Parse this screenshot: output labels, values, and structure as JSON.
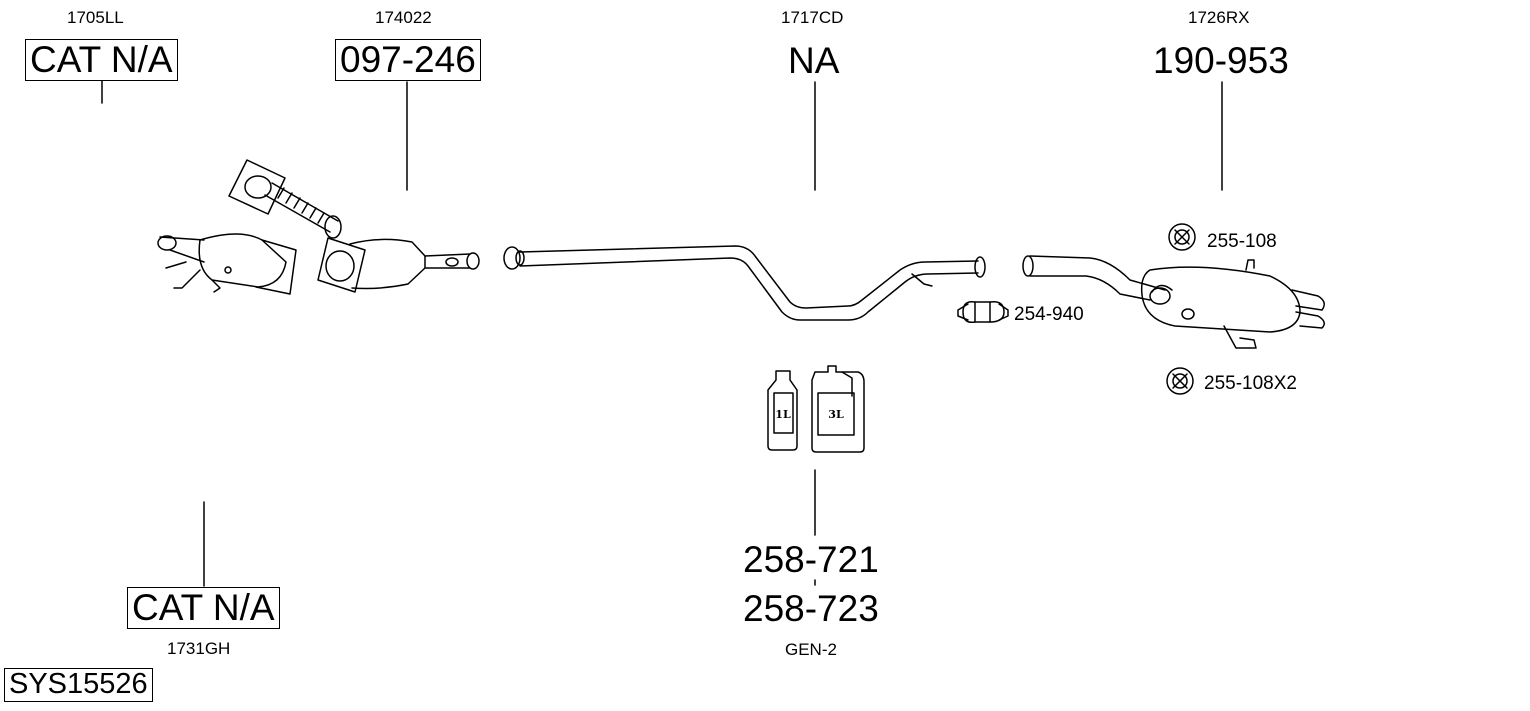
{
  "top_labels": {
    "ref1": "1705LL",
    "ref2": "174022",
    "ref3": "1717CD",
    "ref4": "1726RX"
  },
  "part_numbers": {
    "p1": "CAT N/A",
    "p2": "097-246",
    "p3": "NA",
    "p4": "190-953"
  },
  "side_parts": {
    "hanger_top": "255-108",
    "clamp": "254-940",
    "hanger_bottom": "255-108X2"
  },
  "bottom": {
    "cat_part": "CAT N/A",
    "cat_ref": "1731GH",
    "paste_1": "258-721",
    "paste_2": "258-723",
    "paste_ref": "GEN-2"
  },
  "containers": {
    "small_label": "1L",
    "large_label": "3L"
  },
  "system_id": "SYS15526"
}
